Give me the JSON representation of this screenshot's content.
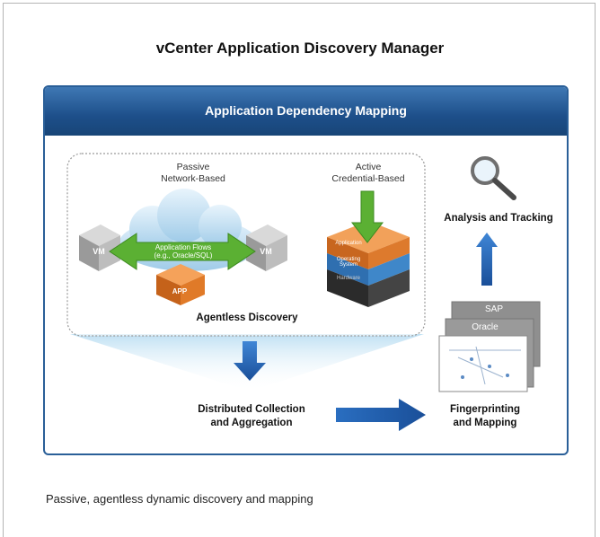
{
  "title": "vCenter Application Discovery Manager",
  "banner": "Application Dependency Mapping",
  "passive": {
    "line1": "Passive",
    "line2": "Network-Based"
  },
  "active": {
    "line1": "Active",
    "line2": "Credential-Based"
  },
  "cloud": {
    "flow1": "Application Flows",
    "flow2": "(e.g., Oracle/SQL)"
  },
  "vm_label": "VM",
  "app_label": "APP",
  "stack": {
    "top": "Application",
    "mid": "Operating System",
    "base": "Hardware"
  },
  "agentless": "Agentless Discovery",
  "distributed": {
    "line1": "Distributed Collection",
    "line2": "and Aggregation"
  },
  "analysis": "Analysis and Tracking",
  "fingerprint": {
    "line1": "Fingerprinting",
    "line2": "and Mapping"
  },
  "docs": {
    "sap": "SAP",
    "oracle": "Oracle"
  },
  "caption": "Passive, agentless dynamic discovery and mapping",
  "colors": {
    "banner": "#1d4f8a",
    "arrow_blue": "#1f5fb0",
    "flow_green": "#5bb033",
    "app_orange": "#d9711e"
  }
}
